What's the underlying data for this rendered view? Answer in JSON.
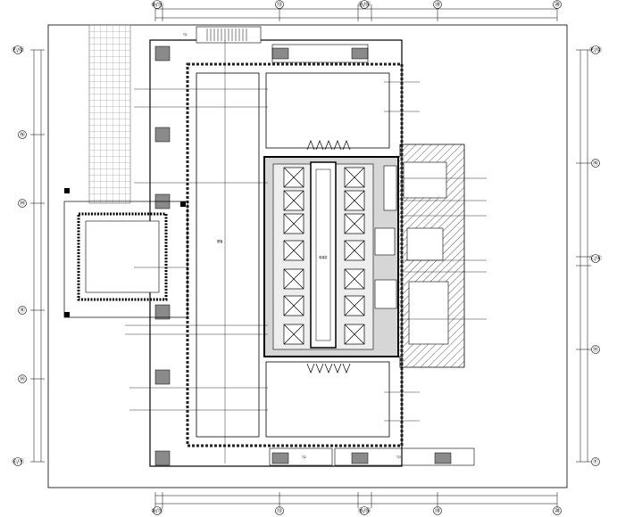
{
  "drawing": {
    "axes_top": [
      "⑩/⑪",
      "⑬",
      "⑮/⑯",
      "⑱",
      "⑳"
    ],
    "axes_bottom": [
      "⑩/⑪",
      "⑬",
      "⑮/⑯",
      "⑱",
      "⑳"
    ],
    "axes_left": [
      "Ⓟ/Ⓠ",
      "Ⓝ",
      "Ⓜ",
      "Ⓚ",
      "Ⓗ",
      "Ⓖ/Ⓕ"
    ],
    "axes_right": [
      "Ⓟ/Ⓠ",
      "Ⓝ",
      "Ⓛ/Ⓚ",
      "Ⓗ",
      "Ⓕ"
    ],
    "room_tags": {
      "stair_top": "TJ1",
      "stair_bottom_left": "TJ2",
      "stair_bottom_right": "TJ3",
      "shaft_center": "电梯井",
      "roof_left": "屋面"
    }
  }
}
